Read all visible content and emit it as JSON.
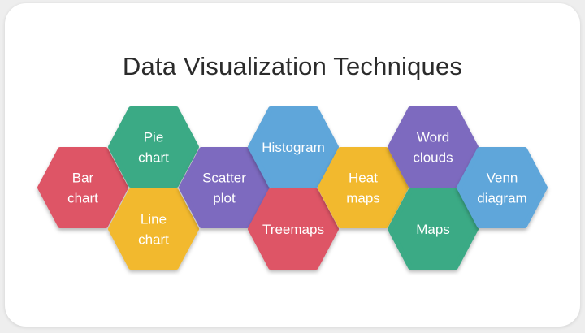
{
  "title": "Data Visualization Techniques",
  "colors": {
    "red": "#de5566",
    "green": "#3aaa85",
    "yellow": "#f2b92e",
    "purple": "#7d6bbf",
    "blue": "#5ea6da"
  },
  "hexagons": [
    {
      "id": "bar-chart",
      "lines": [
        "Bar",
        "chart"
      ],
      "color": "red"
    },
    {
      "id": "pie-chart",
      "lines": [
        "Pie",
        "chart"
      ],
      "color": "green"
    },
    {
      "id": "line-chart",
      "lines": [
        "Line",
        "chart"
      ],
      "color": "yellow"
    },
    {
      "id": "scatter-plot",
      "lines": [
        "Scatter",
        "plot"
      ],
      "color": "purple"
    },
    {
      "id": "histogram",
      "lines": [
        "Histogram"
      ],
      "color": "blue"
    },
    {
      "id": "treemaps",
      "lines": [
        "Treemaps"
      ],
      "color": "red"
    },
    {
      "id": "heat-maps",
      "lines": [
        "Heat",
        "maps"
      ],
      "color": "yellow"
    },
    {
      "id": "word-clouds",
      "lines": [
        "Word",
        "clouds"
      ],
      "color": "purple"
    },
    {
      "id": "maps",
      "lines": [
        "Maps"
      ],
      "color": "green"
    },
    {
      "id": "venn-diagram",
      "lines": [
        "Venn",
        "diagram"
      ],
      "color": "blue"
    }
  ]
}
